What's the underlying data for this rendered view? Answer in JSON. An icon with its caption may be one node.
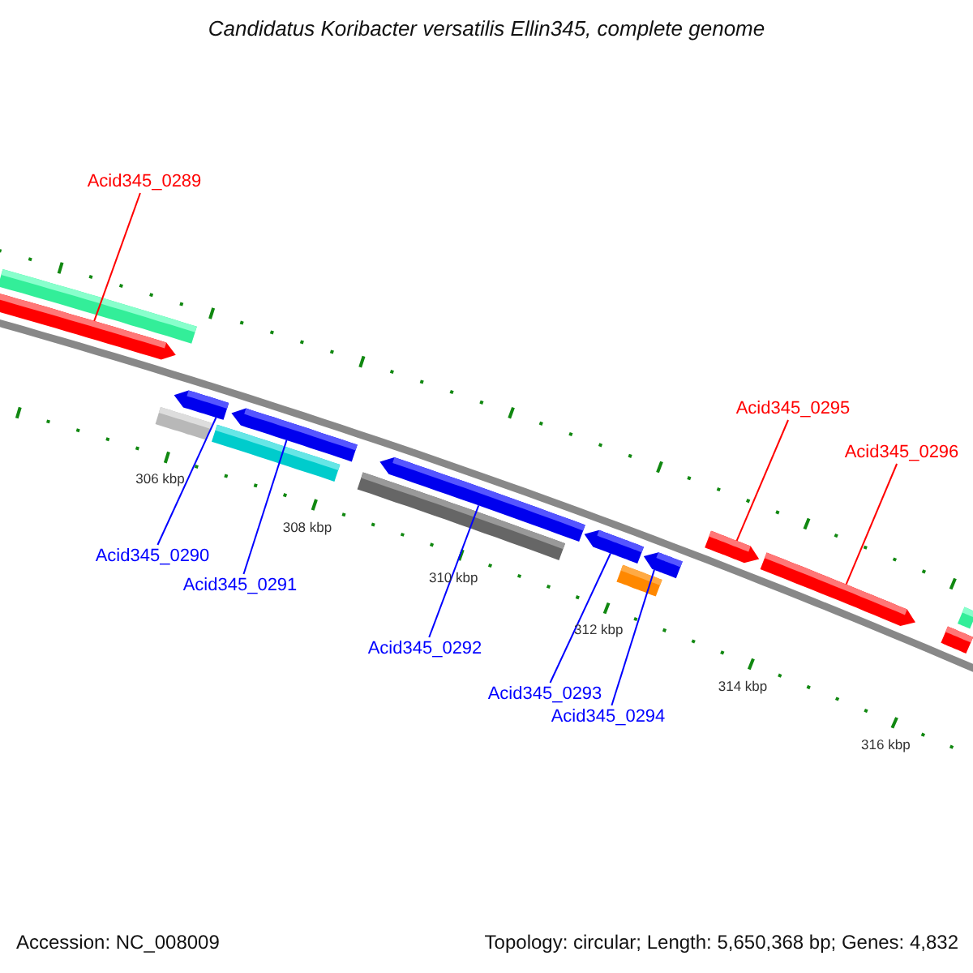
{
  "diagram": {
    "title": "Candidatus Koribacter versatilis Ellin345, complete genome",
    "nodes": [
      {
        "text": [
          "Acid345_0289"
        ]
      },
      {
        "text": [],
        "shape": "bar"
      },
      {
        "text": [],
        "shape": "arrow"
      },
      {
        "text": [],
        "shape": "arrow"
      },
      {
        "text": [],
        "shape": "arrow"
      },
      {
        "text": [],
        "shape": "bar"
      },
      {
        "text": [],
        "shape": "bar"
      },
      {
        "text": [],
        "shape": "arrow"
      },
      {
        "text": [],
        "shape": "bar"
      },
      {
        "text": [],
        "shape": "arrow"
      },
      {
        "text": [],
        "shape": "arrow"
      },
      {
        "text": [],
        "shape": "bar"
      },
      {
        "text": [
          "Acid345_0295"
        ]
      },
      {
        "text": [
          "Acid345_0296"
        ]
      },
      {
        "text": [],
        "shape": "arrow"
      },
      {
        "text": [],
        "shape": "arrow"
      },
      {
        "text": [],
        "shape": "bar"
      },
      {
        "text": [],
        "shape": "bar"
      },
      {
        "text": [
          "Acid345_0290"
        ]
      },
      {
        "text": [
          "Acid345_0291"
        ]
      },
      {
        "text": [
          "Acid345_0292"
        ]
      },
      {
        "text": [
          "Acid345_0293"
        ]
      },
      {
        "text": [
          "Acid345_0294"
        ]
      }
    ],
    "edges": [
      {
        "from": 0,
        "to": 2,
        "arrow": "none",
        "color": "#ff0000"
      },
      {
        "from": 18,
        "to": 3,
        "arrow": "none"
      },
      {
        "from": 19,
        "to": 4,
        "arrow": "none"
      },
      {
        "from": 20,
        "to": 7,
        "arrow": "none"
      },
      {
        "from": 21,
        "to": 9,
        "arrow": "none"
      },
      {
        "from": 22,
        "to": 10,
        "arrow": "none"
      },
      {
        "from": 12,
        "to": 14,
        "arrow": "none",
        "color": "#ff0000"
      },
      {
        "from": 13,
        "to": 15,
        "arrow": "none",
        "color": "#ff0000"
      }
    ],
    "labels": [
      "306 kbp",
      "308 kbp",
      "310 kbp",
      "312 kbp",
      "314 kbp",
      "316 kbp",
      "Accession: NC_008009",
      "Topology: circular; Length: 5,650,368 bp; Genes: 4,832"
    ]
  }
}
